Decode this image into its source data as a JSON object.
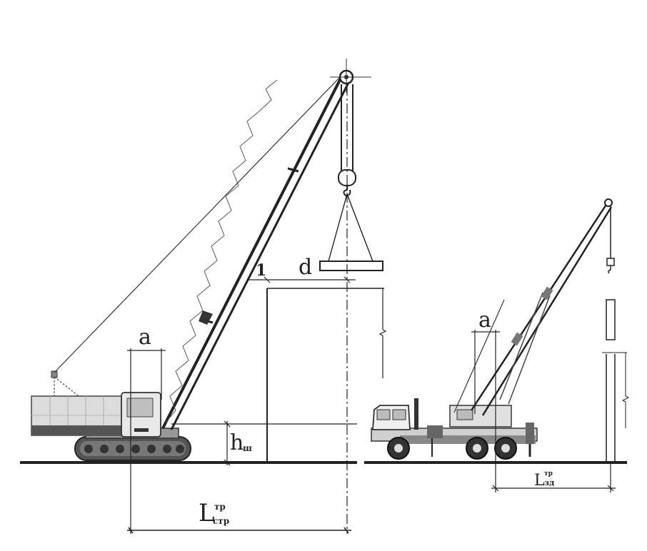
{
  "labels": {
    "a_left": "a",
    "a_right": "a",
    "d": "d",
    "one": "1",
    "h_main": "h",
    "h_sub": "ш",
    "L_main": "L",
    "L_sup": "тр",
    "L_sub": "стр",
    "Lb_main": "L",
    "Lb_sup": "тр",
    "Lb_sub": "зд"
  }
}
